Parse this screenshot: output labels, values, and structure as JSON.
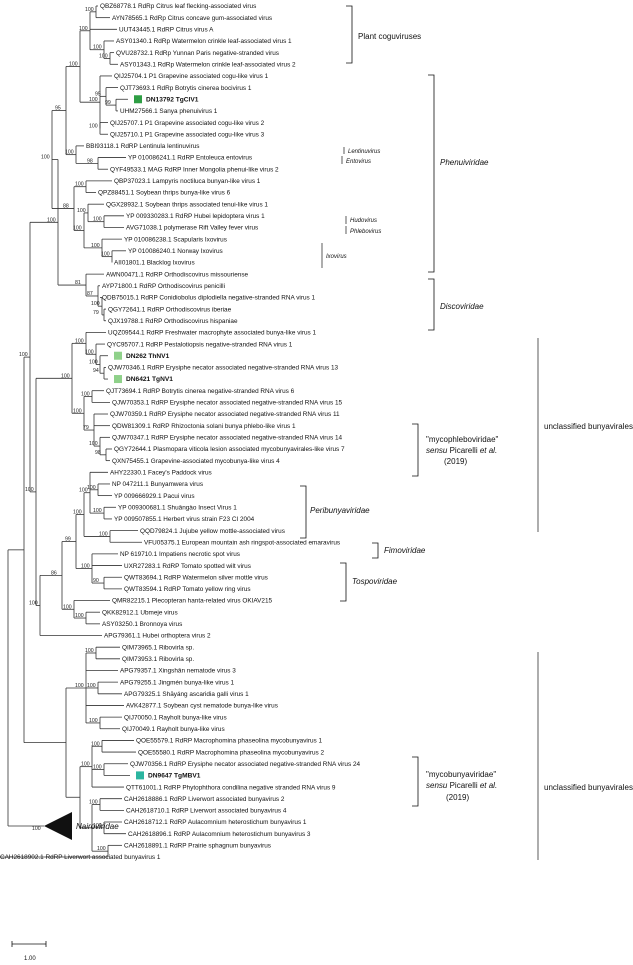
{
  "tree": {
    "scale_label": "1.00",
    "outgroup_label": "Nairoviridae",
    "outgroup_support": "100",
    "leaves": [
      {
        "text": "QBZ68778.1 RdRp Citrus leaf flecking-associated virus"
      },
      {
        "text": "AYN78565.1 RdRp Citrus concave gum-associated virus"
      },
      {
        "text": "UUT43445.1 RdRP Citrus virus A"
      },
      {
        "text": "ASY01340.1 RdRp Watermelon crinkle leaf-associated virus 1"
      },
      {
        "text": "QVU28732.1 RdRp Yunnan Paris negative-stranded virus"
      },
      {
        "text": "ASY01343.1 RdRp Watermelon crinkle leaf-associated virus 2"
      },
      {
        "text": "QIJ25704.1 P1 Grapevine associated cogu-like virus 1"
      },
      {
        "text": "QJT73693.1 RdRp Botrytis cinerea bocivirus 1"
      },
      {
        "text": "DN13792 TgCIV1",
        "bold": true,
        "marker": "#2e9e44"
      },
      {
        "text": "UHM27566.1 Sanya phenuivirus 1"
      },
      {
        "text": "QIJ25707.1 P1 Grapevine associated cogu-like virus 2"
      },
      {
        "text": "QIJ25710.1 P1 Grapevine associated cogu-like virus 3"
      },
      {
        "text": "BBI93118.1 RdRP Lentinula lentinuvirus"
      },
      {
        "text": "YP 010086241.1 RdRP Entoleuca entovirus"
      },
      {
        "text": "QYF49533.1 MAG RdRP Inner Mongolia phenui-like virus 2"
      },
      {
        "text": "QBP37023.1 Lampyris noctiluca bunyan-like virus 1"
      },
      {
        "text": "QPZ88451.1 Soybean thrips bunya-like virus 6"
      },
      {
        "text": "QGX28932.1 Soybean thrips associated tenui-like virus 1"
      },
      {
        "text": "YP 009330283.1 RdRP Hubei lepidoptera virus 1"
      },
      {
        "text": "AVG71038.1 polymerase Rift Valley fever virus"
      },
      {
        "text": "YP 010086238.1 Scapularis Ixovirus"
      },
      {
        "text": "YP 010086240.1 Norway Ixovirus"
      },
      {
        "text": "AII01801.1 Blacklog Ixovirus"
      },
      {
        "text": "AWN00471.1 RdRP Orthodiscovirus missouriense"
      },
      {
        "text": "AYP71800.1 RdRP Orthodiscovirus penicilli"
      },
      {
        "text": "QDB75015.1 RdRP Conidiobolus diplodiella negative-stranded RNA virus 1"
      },
      {
        "text": "QGY72641.1 RdRP Orthodiscovirus iberiae"
      },
      {
        "text": "QJX19788.1 RdRP Orthodiscovirus hispaniae"
      },
      {
        "text": "UQZ09544.1 RdRP Freshwater macrophyte associated bunya-like virus 1"
      },
      {
        "text": "QYC95707.1 RdRP Pestalotiopsis negative-stranded RNA virus 1"
      },
      {
        "text": "DN262 ThNV1",
        "bold": true,
        "marker": "#8fd18a"
      },
      {
        "text": "QJW70346.1 RdRP Erysiphe necator associated negative-stranded RNA virus 13"
      },
      {
        "text": "DN6421 TgNV1",
        "bold": true,
        "marker": "#8fd18a"
      },
      {
        "text": "QJT73694.1 RdRP Botrytis cinerea negative-stranded RNA virus 6"
      },
      {
        "text": "QJW70353.1 RdRP Erysiphe necator associated negative-stranded RNA virus 15"
      },
      {
        "text": "QJW70359.1 RdRP Erysiphe necator associated negative-stranded RNA virus 11"
      },
      {
        "text": "QDW81309.1 RdRP Rhizoctonia solani bunya phlebo-like virus 1"
      },
      {
        "text": "QJW70347.1 RdRP Erysiphe necator associated negative-stranded RNA virus 14"
      },
      {
        "text": "QGY72644.1 Plasmopara viticola lesion associated mycobunyavirales-like virus 7"
      },
      {
        "text": "QXN75455.1 Grapevine-associated mycobunya-like virus 4"
      },
      {
        "text": "AHY22330.1 Facey's Paddock virus"
      },
      {
        "text": "NP 047211.1 Bunyamwera virus"
      },
      {
        "text": "YP 009666929.1 Pacui virus"
      },
      {
        "text": "YP 009300681.1 Shuāngào Insect Virus 1"
      },
      {
        "text": "YP 009507855.1 Herbert virus strain F23 CI 2004"
      },
      {
        "text": "QQD79824.1 Jujube yellow mottle-associated virus"
      },
      {
        "text": "VFU05375.1 European mountain ash ringspot-associated emaravirus"
      },
      {
        "text": "NP 619710.1 Impatiens necrotic spot virus"
      },
      {
        "text": "UXR27283.1 RdRP Tomato spotted wilt virus"
      },
      {
        "text": "QWT83694.1 RdRP Watermelon silver mottle virus"
      },
      {
        "text": "QWT83594.1 RdRP Tomato yellow ring virus"
      },
      {
        "text": "QMR82215.1 Plecopteran hanta-related virus OKIAV215"
      },
      {
        "text": "QKK82912.1 Ubmeje virus"
      },
      {
        "text": "ASY03250.1 Bronnoya virus"
      },
      {
        "text": "APG79361.1 Hubei orthoptera virus 2"
      },
      {
        "text": "QIM73965.1 Ribovirla sp."
      },
      {
        "text": "QIM73953.1 Ribovirla sp."
      },
      {
        "text": "APG79357.1 Xingshān nematode virus 3"
      },
      {
        "text": "APG79255.1 Jingmén bunya-like virus 1"
      },
      {
        "text": "APG79325.1 Shāyáng ascaridia galli virus 1"
      },
      {
        "text": "AVK42877.1 Soybean cyst nematode bunya-like virus"
      },
      {
        "text": "QIJ70050.1 Rayholt bunya-like virus"
      },
      {
        "text": "QIJ70049.1 Rayholt bunya-like virus"
      },
      {
        "text": "QOE55579.1 RdRP Macrophomina phaseolina mycobunyavirus 1"
      },
      {
        "text": "QOE55580.1 RdRP Macrophomina phaseolina mycobunyavirus 2"
      },
      {
        "text": "QJW70356.1 RdRP Erysiphe necator associated negative-stranded RNA virus 24"
      },
      {
        "text": "DN9647 TgMBV1",
        "bold": true,
        "marker": "#2bb5a0"
      },
      {
        "text": "QTT61001.1 RdRP Phytophthora condilina negative stranded RNA virus 9"
      },
      {
        "text": "CAH2618886.1 RdRP Liverwort associated bunyavirus 2"
      },
      {
        "text": "CAH2618710.1 RdRP Liverwort associated bunyavirus 4"
      },
      {
        "text": "CAH2618712.1 RdRP Aulacomnium heterostichum bunyavirus 1"
      },
      {
        "text": "CAH2618896.1 RdRP Aulacomnium heterostichum bunyavirus 3"
      },
      {
        "text": "CAH2618891.1 RdRP Prairie sphagnum bunyavirus"
      },
      {
        "text": "CAH2618902.1 RdRP Liverwort associated bunyavirus 1"
      }
    ],
    "bootstrap": [
      {
        "value": "100"
      },
      {
        "value": "100"
      },
      {
        "value": "100"
      },
      {
        "value": "100"
      },
      {
        "value": "99"
      },
      {
        "value": "95"
      },
      {
        "value": "100"
      },
      {
        "value": "100"
      },
      {
        "value": "100"
      },
      {
        "value": "98"
      },
      {
        "value": "100"
      },
      {
        "value": "95"
      },
      {
        "value": "100"
      },
      {
        "value": "100"
      },
      {
        "value": "100"
      },
      {
        "value": "100"
      },
      {
        "value": "100"
      },
      {
        "value": "100"
      },
      {
        "value": "88"
      },
      {
        "value": "100"
      },
      {
        "value": "79"
      },
      {
        "value": "100"
      },
      {
        "value": "87"
      },
      {
        "value": "81"
      },
      {
        "value": "100"
      },
      {
        "value": "94"
      },
      {
        "value": "100"
      },
      {
        "value": "100"
      },
      {
        "value": "100"
      },
      {
        "value": "100"
      },
      {
        "value": "98"
      },
      {
        "value": "100"
      },
      {
        "value": "79"
      },
      {
        "value": "100"
      },
      {
        "value": "100"
      },
      {
        "value": "100"
      },
      {
        "value": "100"
      },
      {
        "value": "100"
      },
      {
        "value": "100"
      },
      {
        "value": "100"
      },
      {
        "value": "90"
      },
      {
        "value": "100"
      },
      {
        "value": "99"
      },
      {
        "value": "100"
      },
      {
        "value": "100"
      },
      {
        "value": "86"
      },
      {
        "value": "100"
      },
      {
        "value": "100"
      },
      {
        "value": "100"
      },
      {
        "value": "100"
      },
      {
        "value": "100"
      },
      {
        "value": "100"
      },
      {
        "value": "100"
      },
      {
        "value": "100"
      },
      {
        "value": "100"
      },
      {
        "value": "100"
      },
      {
        "value": "100"
      },
      {
        "value": "100"
      },
      {
        "value": "100"
      }
    ],
    "clades": {
      "plant_coguviruses": "Plant coguviruses",
      "phenuiviridae": "Phenuiviridae",
      "lentinuvirus": "Lentinuvirus",
      "entovirus": "Entovirus",
      "hudovirus": "Hudovirus",
      "phlebovirus": "Phlebovirus",
      "ixovirus": "Ixovirus",
      "discoviridae": "Discoviridae",
      "unclassified_1": "unclassified bunyavirales",
      "mycophlebo_line1": "\"mycophleboviridae\"",
      "mycophlebo_line2": "sensu Picarelli et al.",
      "mycophlebo_line3": "(2019)",
      "peribunyaviridae": "Peribunyaviridae",
      "fimoviridae": "Fimoviridae",
      "tospoviridae": "Tospoviridae",
      "mycobunya_line1": "\"mycobunyaviridae\"",
      "mycobunya_line2": "sensu Picarelli et al.",
      "mycobunya_line3": "(2019)",
      "unclassified_2": "unclassified bunyavirales"
    }
  }
}
